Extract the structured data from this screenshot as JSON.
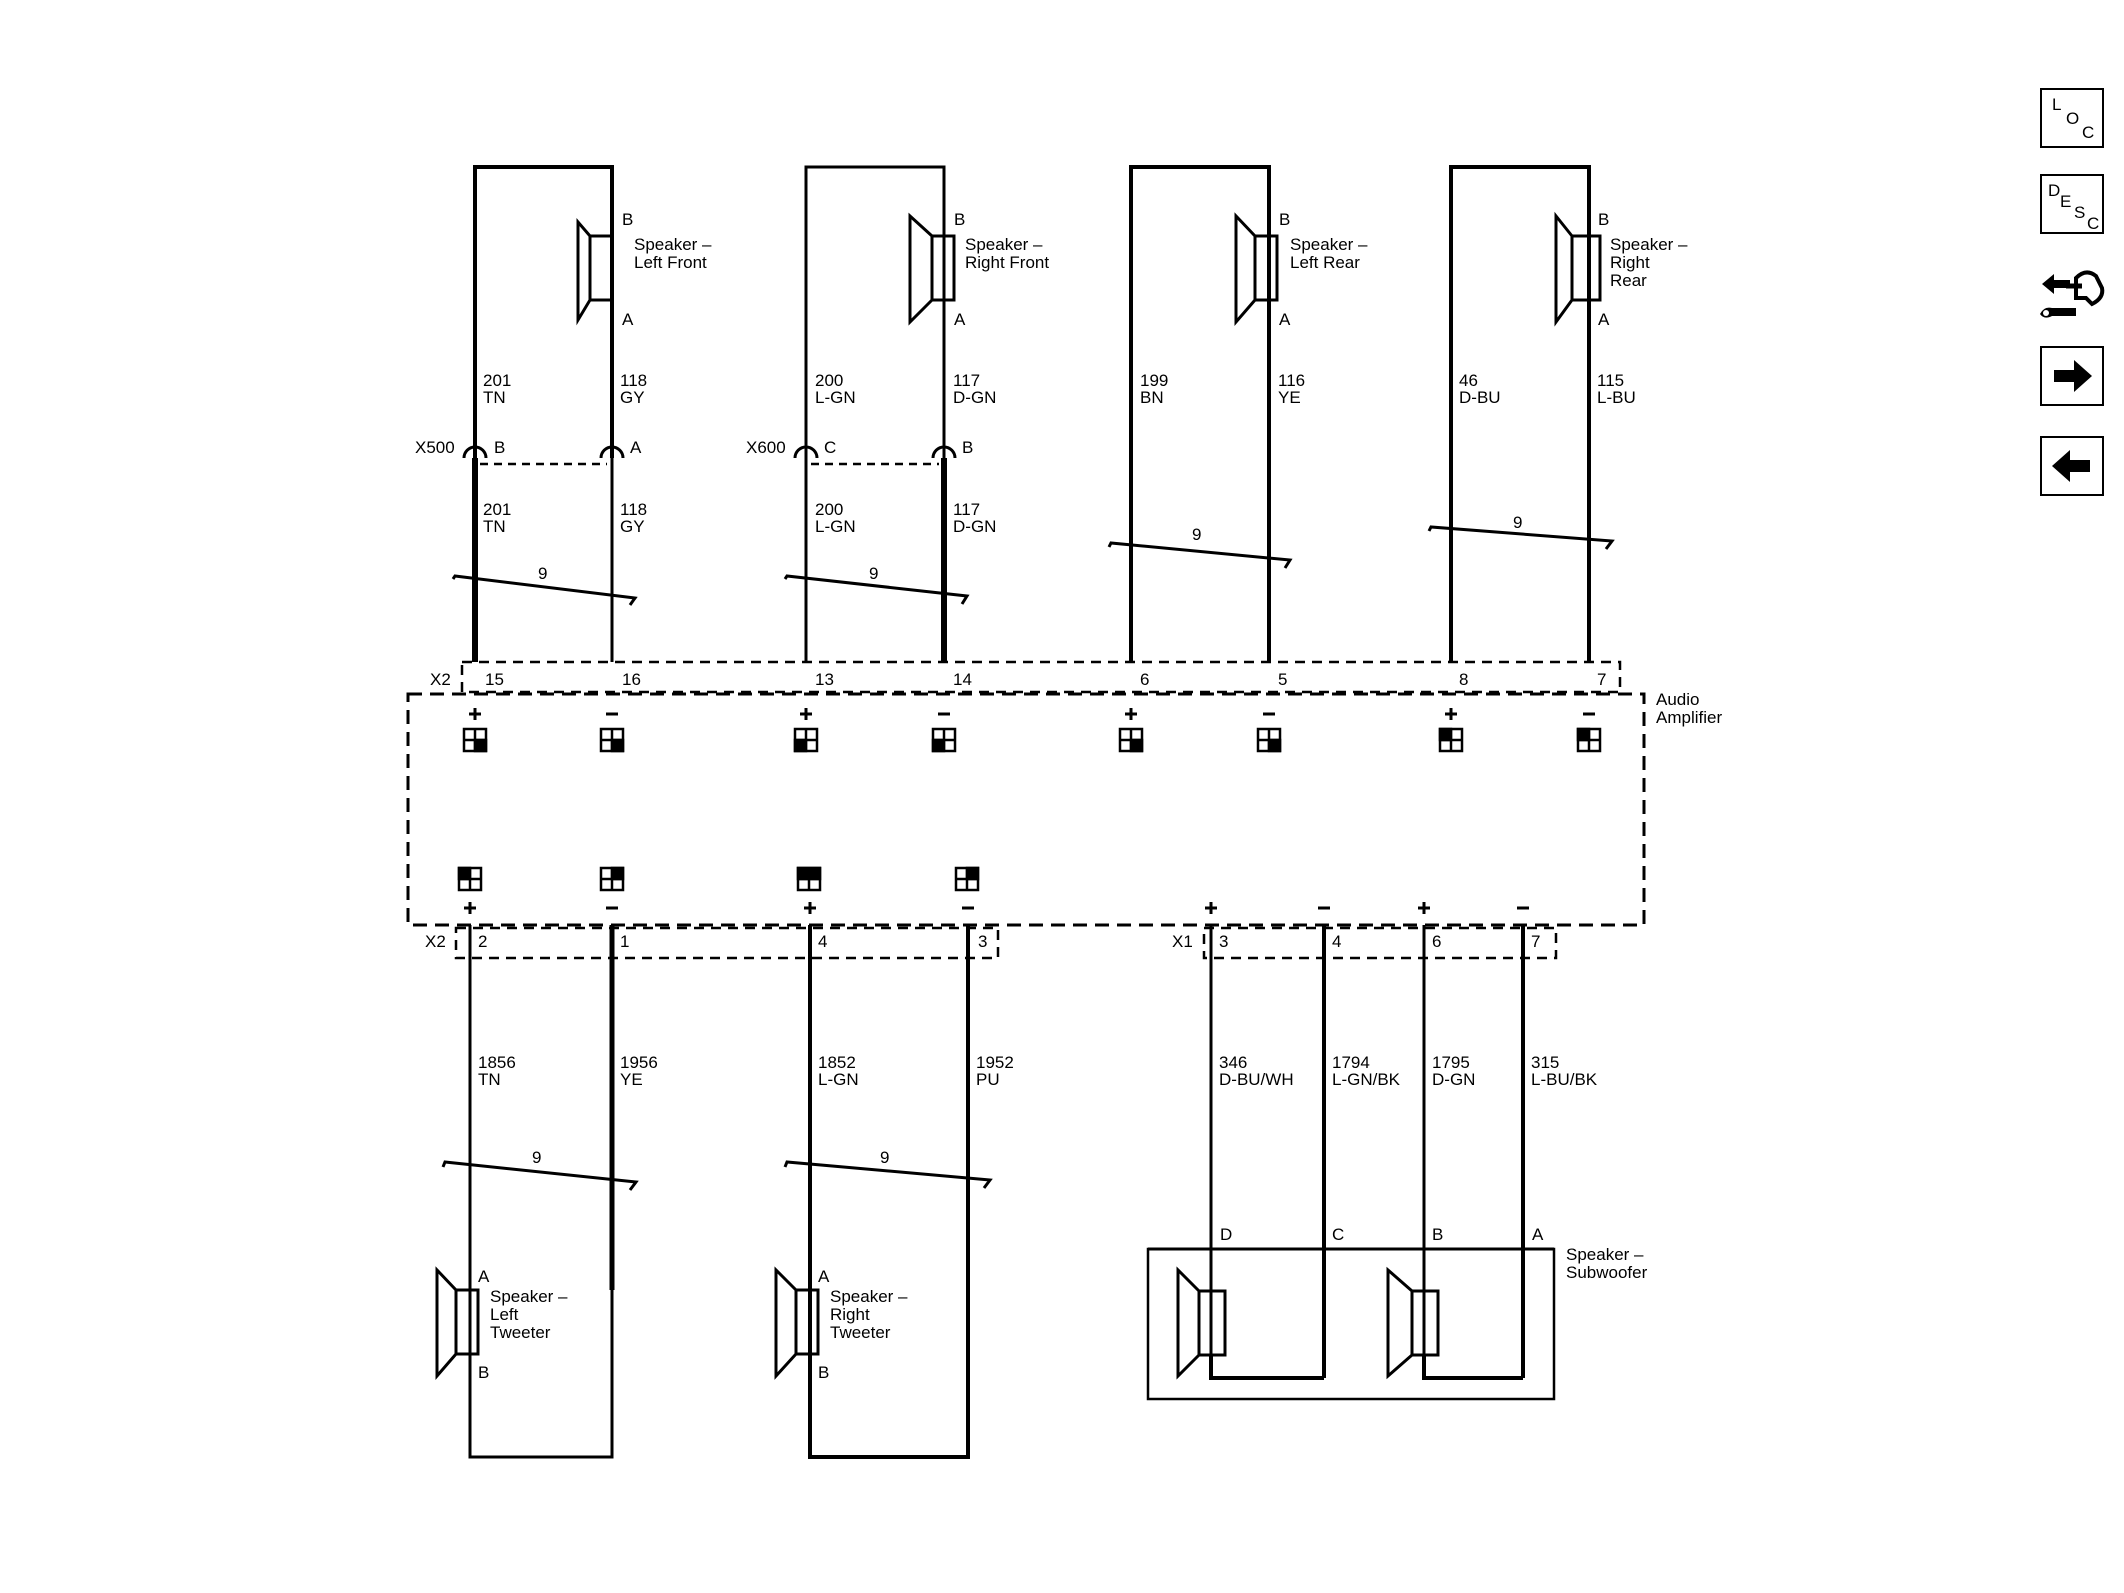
{
  "speakers": {
    "left_front": [
      "Speaker –",
      "Left Front"
    ],
    "right_front": [
      "Speaker –",
      "Right Front"
    ],
    "left_rear": [
      "Speaker –",
      "Left Rear"
    ],
    "right_rear": [
      "Speaker –",
      "Right",
      "Rear"
    ],
    "left_tweeter": [
      "Speaker –",
      "Left",
      "Tweeter"
    ],
    "right_tweeter": [
      "Speaker –",
      "Right",
      "Tweeter"
    ],
    "subwoofer": [
      "Speaker –",
      "Subwoofer"
    ]
  },
  "amplifier": [
    "Audio",
    "Amplifier"
  ],
  "connectors": {
    "x500": "X500",
    "x600": "X600",
    "x2_top": "X2",
    "x2_bottom": "X2",
    "x1": "X1"
  },
  "pins": {
    "a": "A",
    "b": "B",
    "c": "C",
    "d": "D",
    "n1": "1",
    "n2": "2",
    "n3": "3",
    "n4": "4",
    "n5": "5",
    "n6": "6",
    "n7": "7",
    "n8": "8",
    "n13": "13",
    "n14": "14",
    "n15": "15",
    "n16": "16"
  },
  "polarity": {
    "plus": "+",
    "minus": "–"
  },
  "twist": "9",
  "wires": {
    "w201": [
      "201",
      "TN"
    ],
    "w118": [
      "118",
      "GY"
    ],
    "w200": [
      "200",
      "L-GN"
    ],
    "w117": [
      "117",
      "D-GN"
    ],
    "w199": [
      "199",
      "BN"
    ],
    "w116": [
      "116",
      "YE"
    ],
    "w46": [
      "46",
      "D-BU"
    ],
    "w115": [
      "115",
      "L-BU"
    ],
    "w1856": [
      "1856",
      "TN"
    ],
    "w1956": [
      "1956",
      "YE"
    ],
    "w1852": [
      "1852",
      "L-GN"
    ],
    "w1952": [
      "1952",
      "PU"
    ],
    "w346": [
      "346",
      "D-BU/WH"
    ],
    "w1794": [
      "1794",
      "L-GN/BK"
    ],
    "w1795": [
      "1795",
      "D-GN"
    ],
    "w315": [
      "315",
      "L-BU/BK"
    ]
  },
  "nav": {
    "loc": [
      "L",
      "O",
      "C"
    ],
    "desc": [
      "D",
      "E",
      "S",
      "C"
    ]
  }
}
